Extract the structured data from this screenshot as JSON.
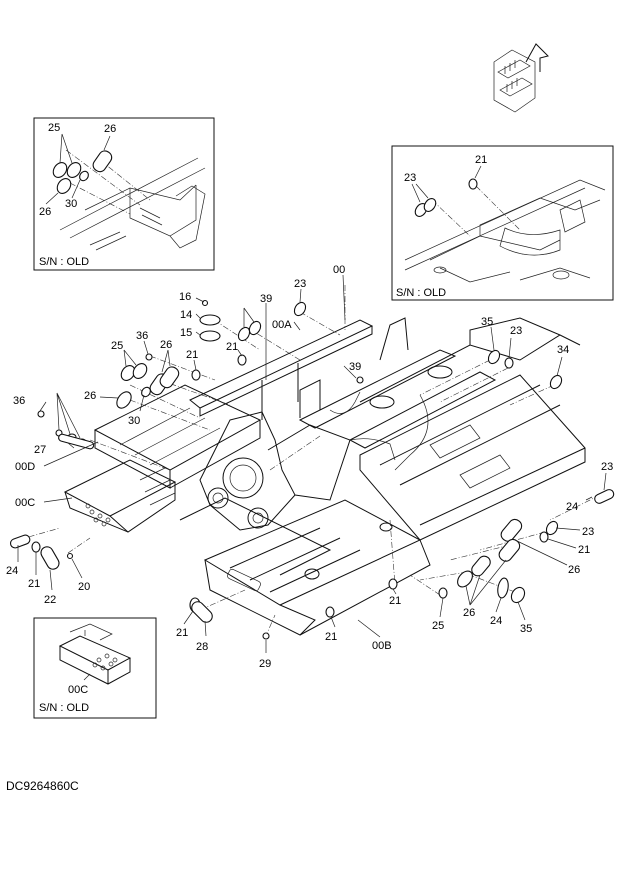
{
  "drawing_code": "DC9264860C",
  "insets": [
    {
      "id": "inset-upper-left",
      "note": "S/N : OLD",
      "labels": [
        "25",
        "26",
        "26",
        "30"
      ]
    },
    {
      "id": "inset-upper-right",
      "note": "S/N : OLD",
      "labels": [
        "21",
        "23"
      ]
    },
    {
      "id": "inset-lower-left",
      "note": "S/N : OLD",
      "labels": [
        "00C"
      ]
    }
  ],
  "callouts": [
    "16",
    "14",
    "15",
    "23",
    "39",
    "00",
    "00A",
    "36",
    "25",
    "26",
    "21",
    "21",
    "36",
    "26",
    "30",
    "27",
    "00D",
    "00C",
    "24",
    "21",
    "22",
    "20",
    "39",
    "35",
    "23",
    "34",
    "23",
    "24",
    "23",
    "21",
    "26",
    "21",
    "21",
    "28",
    "29",
    "00B",
    "21",
    "25",
    "26",
    "24",
    "35"
  ]
}
